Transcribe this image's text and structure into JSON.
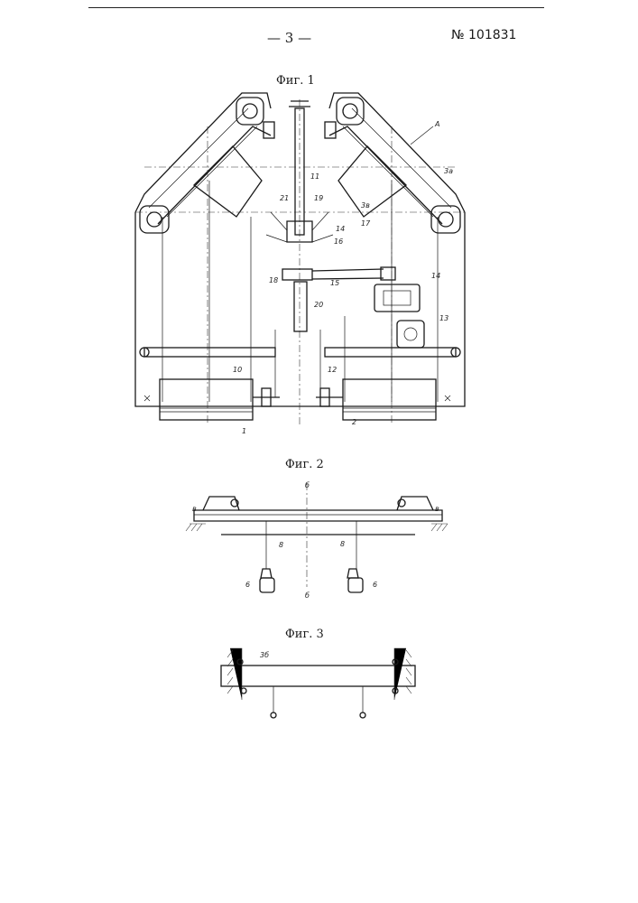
{
  "header": {
    "page_number": "— 3 —",
    "document_number": "№ 101831"
  },
  "figures": {
    "fig1": {
      "title": "Фиг. 1",
      "labels": [
        "А",
        "3а",
        "3в",
        "11",
        "21",
        "19",
        "17",
        "16",
        "14",
        "18",
        "15",
        "20",
        "13",
        "10",
        "12",
        "1",
        "2"
      ]
    },
    "fig2": {
      "title": "Фиг. 2",
      "labels": [
        "б",
        "в",
        "в",
        "8",
        "8",
        "6",
        "6",
        "б"
      ]
    },
    "fig3": {
      "title": "Фиг. 3",
      "labels": [
        "3б"
      ]
    }
  }
}
